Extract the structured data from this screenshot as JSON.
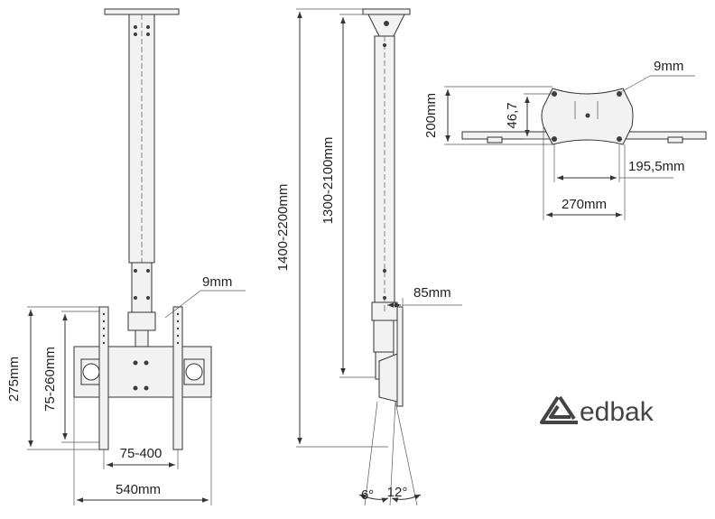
{
  "dimensions": {
    "front_height": "275mm",
    "front_vesa_vertical": "75-260mm",
    "front_vesa_horizontal": "75-400",
    "front_width": "540mm",
    "front_hole": "9mm",
    "side_total_height": "1400-2200mm",
    "side_pole_height": "1300-2100mm",
    "side_depth": "85mm",
    "tilt_forward": "6°",
    "tilt_back": "12°",
    "ceiling_hole": "9mm",
    "ceiling_height": "200mm",
    "ceiling_spacing": "46,7",
    "ceiling_offset": "195,5mm",
    "ceiling_width": "270mm"
  },
  "brand": {
    "name": "edbak",
    "icon": "edbak-logo-icon"
  }
}
